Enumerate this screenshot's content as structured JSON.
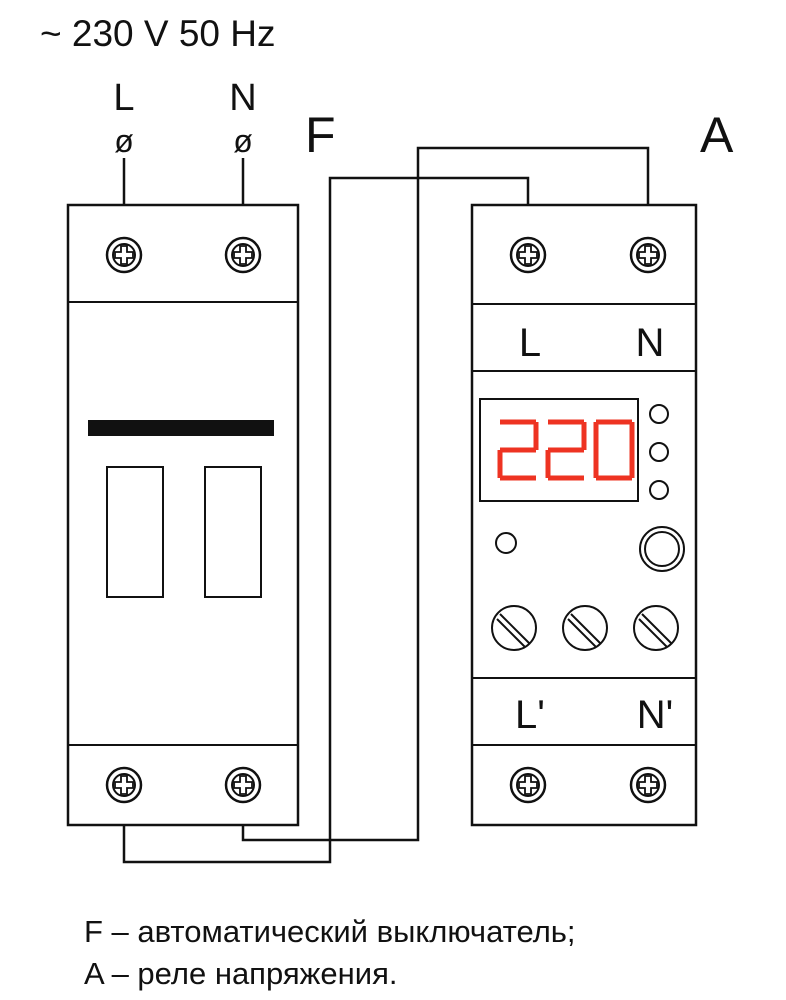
{
  "supply_label": "~ 230 V 50 Hz",
  "input_terminals": {
    "l": "L",
    "n": "N",
    "symbol": "ø"
  },
  "devices": {
    "breaker": {
      "letter": "F"
    },
    "relay": {
      "letter": "A",
      "top_l": "L",
      "top_n": "N",
      "display_value": "220",
      "bottom_l": "L'",
      "bottom_n": "N'"
    }
  },
  "legend": [
    "F – автоматический выключатель;",
    "A – реле напряжения."
  ],
  "colors": {
    "line": "#111111",
    "display": "#ee3322",
    "background": "#ffffff"
  }
}
